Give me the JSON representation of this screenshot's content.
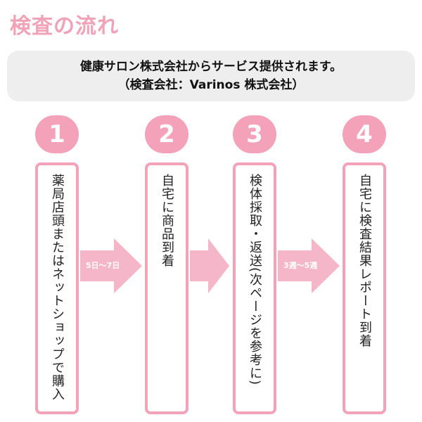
{
  "page": {
    "title": "検査の流れ"
  },
  "notice": {
    "line1": "健康サロン株式会社からサービス提供されます。",
    "line2": "（検査会社：Varinos 株式会社）"
  },
  "steps": [
    {
      "number": "1",
      "text": "薬局店頭またはネットショップで購入"
    },
    {
      "number": "2",
      "text": "自宅に商品到着"
    },
    {
      "number": "3",
      "text": "検体採取・返送(次ページを参考に)"
    },
    {
      "number": "4",
      "text": "自宅に検査結果レポート到着"
    }
  ],
  "arrows": [
    {
      "label": "5日〜7日"
    },
    {
      "label": ""
    },
    {
      "label": "3週〜5週"
    }
  ],
  "colors": {
    "accent": "#f4a1ba",
    "title": "#f0a3b8",
    "notice_bg": "#eeeeee"
  }
}
